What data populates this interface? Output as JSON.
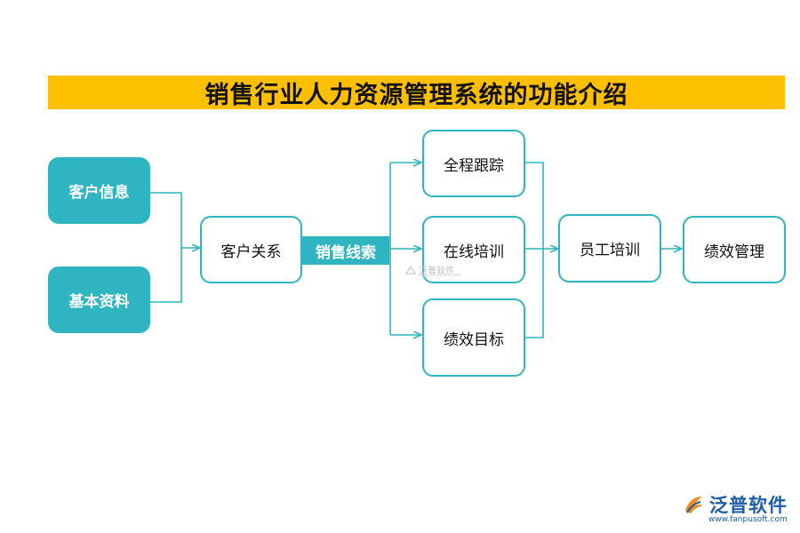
{
  "title": "销售行业人力资源管理系统的功能介绍",
  "nodes": {
    "customer_info": "客户信息",
    "basic_data": "基本资料",
    "customer_relation": "客户关系",
    "sales_leads": "销售线索",
    "full_tracking": "全程跟踪",
    "online_training": "在线培训",
    "performance_goal": "绩效目标",
    "staff_training": "员工培训",
    "performance_mgmt": "绩效管理"
  },
  "watermark": {
    "text": "泛普软件",
    "sub": "www.fanpusoft.com"
  },
  "logo": {
    "brand": "泛普软件",
    "url": "www.fanpusoft.com"
  },
  "colors": {
    "banner": "#fcc000",
    "accent": "#2fb5c1",
    "logo": "#1d5ea8"
  }
}
